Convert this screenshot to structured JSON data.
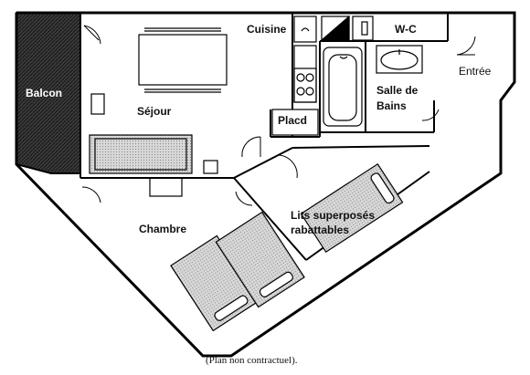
{
  "rooms": {
    "balcon": "Balcon",
    "sejour": "Séjour",
    "cuisine": "Cuisine",
    "wc": "W-C",
    "salle_de_bains_line1": "Salle de",
    "salle_de_bains_line2": "Bains",
    "entree": "Entrée",
    "placard": "Placd",
    "chambre": "Chambre",
    "lits_line1": "Lits superposés",
    "lits_line2": "rabattables"
  },
  "caption": "(Plan non contractuel).",
  "colors": {
    "wall": "#000000",
    "balcony": "#2b2b2b",
    "sofa": "#cfcfcf"
  }
}
